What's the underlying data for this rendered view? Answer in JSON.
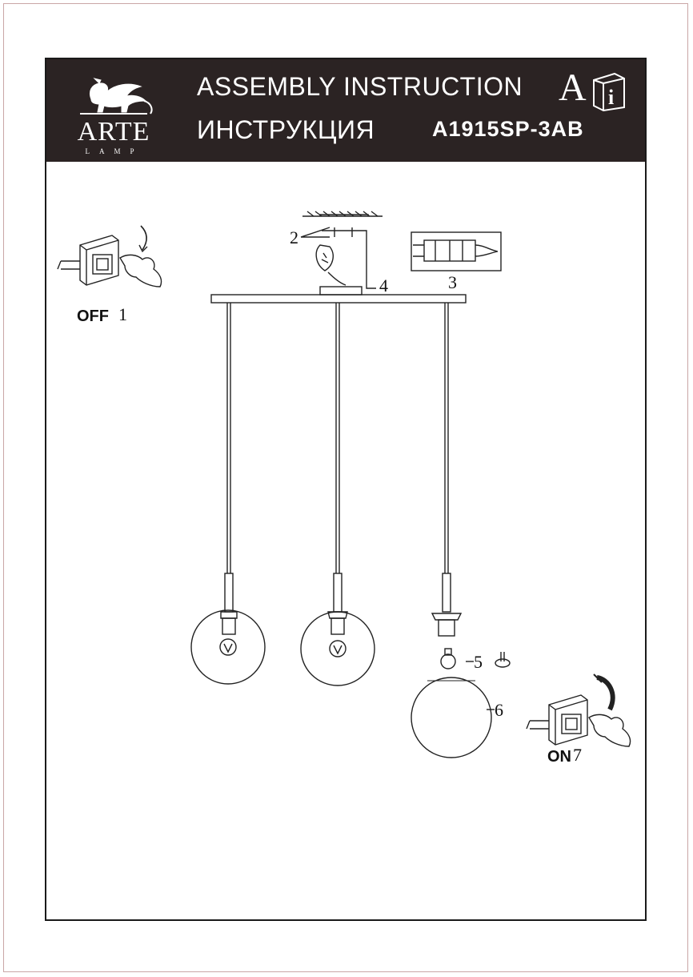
{
  "header": {
    "brand_name": "ARTE",
    "brand_sub": "LAMP",
    "title_en": "ASSEMBLY INSTRUCTION",
    "title_ru": "ИНСТРУКЦИЯ",
    "model": "A1915SP-3AB",
    "info_letter": "A",
    "info_icon_letter": "i",
    "background_color": "#2b2323"
  },
  "steps": {
    "off_text": "OFF",
    "off_num": "1",
    "on_text": "ON",
    "on_num": "7",
    "callout_2": "2",
    "callout_3": "3",
    "callout_4": "4",
    "callout_5": "5",
    "callout_6": "6"
  },
  "icons": [
    "griffin-logo-icon",
    "info-book-icon",
    "switch-off-icon",
    "switch-on-icon",
    "bulb-icon",
    "rotate-icon"
  ]
}
